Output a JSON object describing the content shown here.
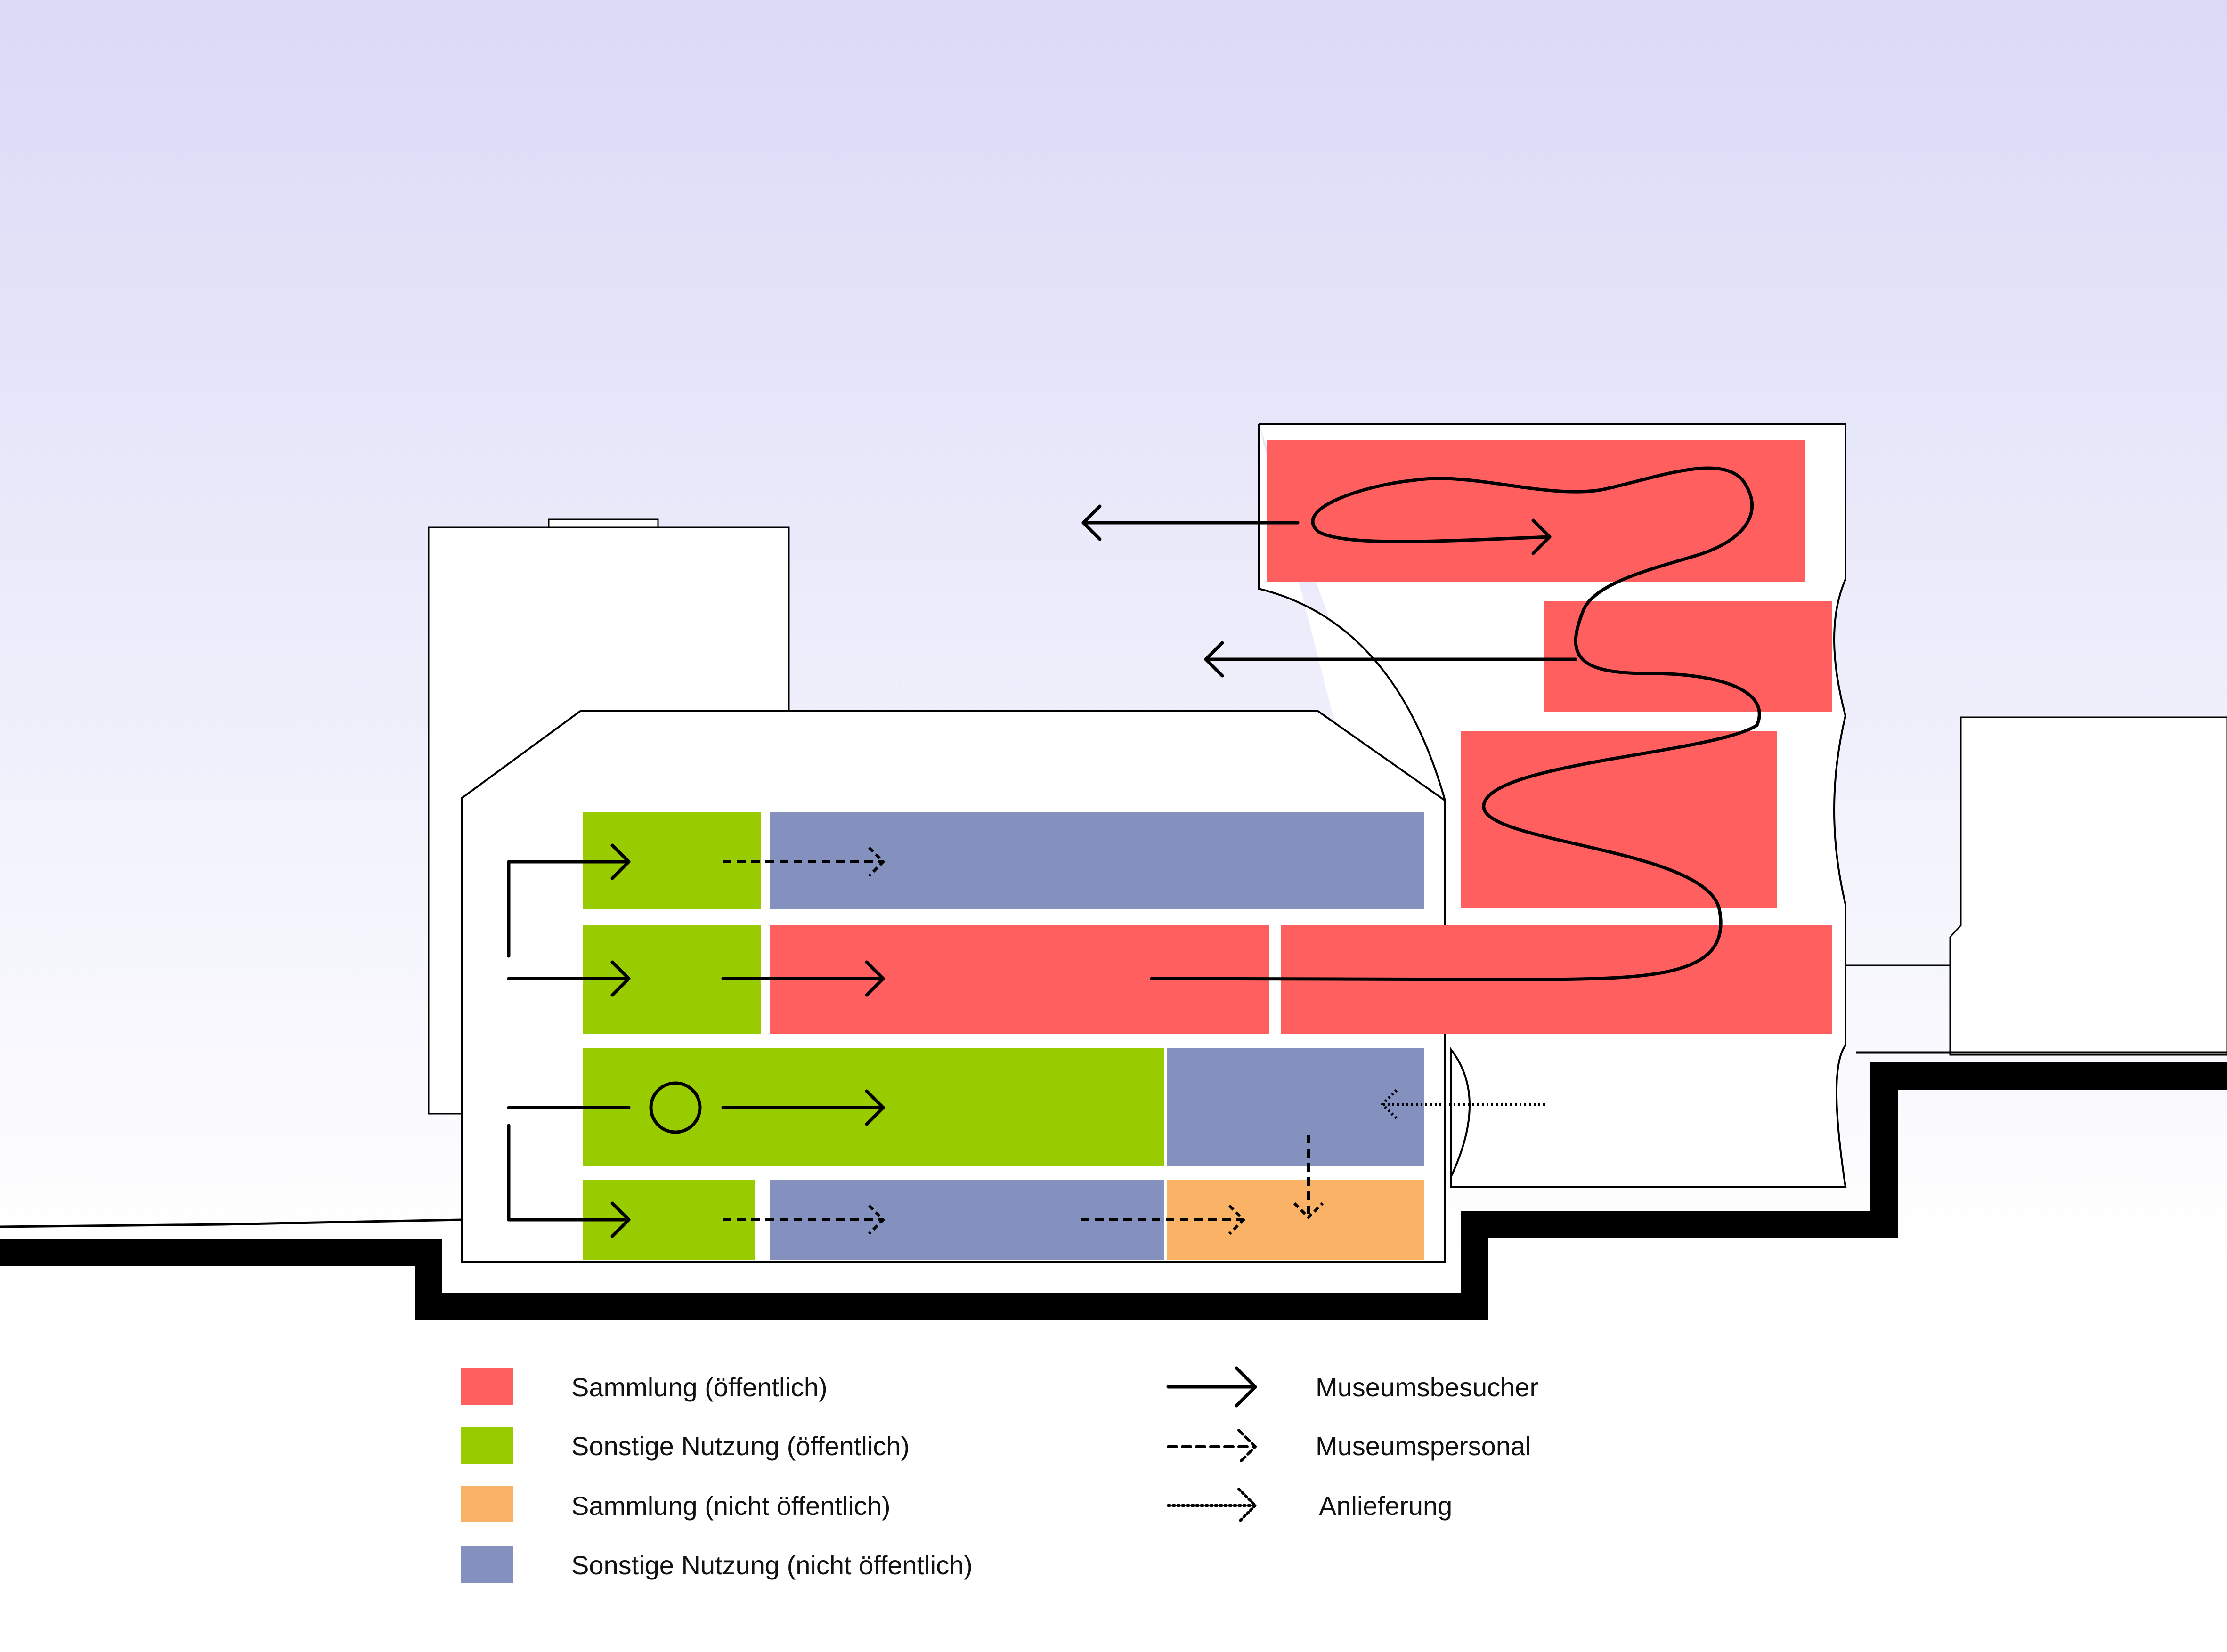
{
  "colors": {
    "sky_top": "#dadaf7",
    "sky_bottom": "#ffffff",
    "sammlung_oeffentlich": "#ff5f5f",
    "sonstige_oeffentlich": "#99cc00",
    "sammlung_nicht_oeffentlich": "#f9b266",
    "sonstige_nicht_oeffentlich": "#8490be",
    "ground": "#000000",
    "line": "#000000"
  },
  "legend": {
    "zones": [
      {
        "label": "Sammlung (öffentlich)",
        "color_key": "sammlung_oeffentlich"
      },
      {
        "label": "Sonstige Nutzung (öffentlich)",
        "color_key": "sonstige_oeffentlich"
      },
      {
        "label": "Sammlung (nicht öffentlich)",
        "color_key": "sammlung_nicht_oeffentlich"
      },
      {
        "label": "Sonstige Nutzung (nicht öffentlich)",
        "color_key": "sonstige_nicht_oeffentlich"
      }
    ],
    "flows": [
      {
        "label": "Museumsbesucher",
        "style": "solid"
      },
      {
        "label": "Museumspersonal",
        "style": "dashed"
      },
      {
        "label": "Anlieferung",
        "style": "dotted"
      }
    ]
  },
  "icons": {
    "visitor_arrow": "solid-arrow-icon",
    "staff_arrow": "dashed-arrow-icon",
    "delivery_arrow": "dotted-arrow-icon",
    "entrance": "circle-icon"
  }
}
